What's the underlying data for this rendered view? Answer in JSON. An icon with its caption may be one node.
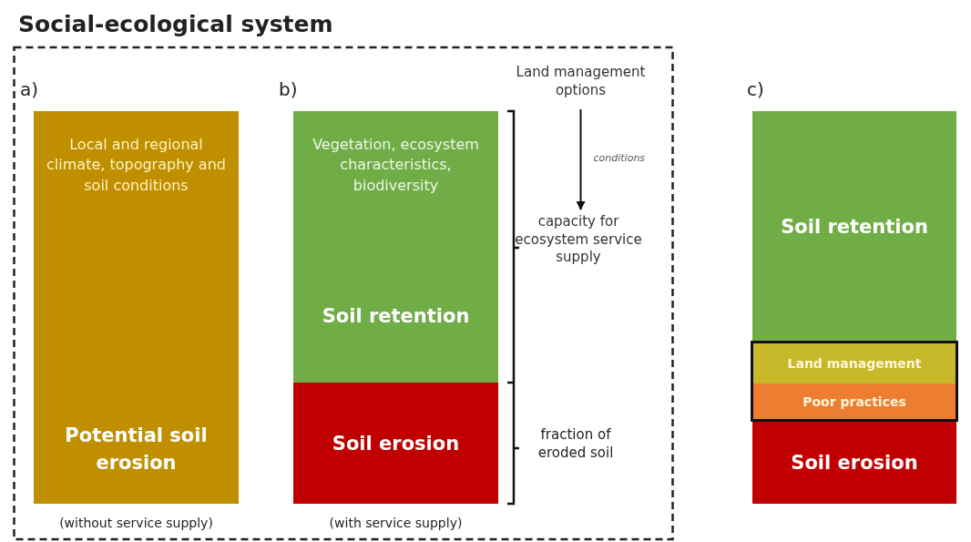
{
  "diagram": {
    "nodes": [
      {
        "text": [
          "Social-ecological system"
        ]
      },
      {
        "text": [
          "Local and regional climate, topography and soil conditions",
          "Potential soil erosion"
        ],
        "beside": [
          "(without service supply)"
        ],
        "in": 0
      },
      {
        "text": [
          "Vegetation, ecosystem characteristics, biodiversity",
          "Soil retention"
        ],
        "in": 0
      },
      {
        "text": [
          "Soil erosion"
        ],
        "beside": [
          "(with service supply)"
        ],
        "in": 0
      },
      {
        "text": [
          "Land management options"
        ],
        "in": 0
      },
      {
        "text": [
          "capacity for ecosystem service supply"
        ],
        "in": 0
      },
      {
        "text": [
          "Soil retention"
        ]
      },
      {
        "text": [],
        "shape": "box"
      },
      {
        "text": [
          "Land management"
        ],
        "in": 7
      },
      {
        "text": [
          "Poor practices"
        ],
        "in": 7
      },
      {
        "text": [
          "Soil erosion"
        ]
      }
    ],
    "edges": [
      {
        "from": 4,
        "to": 5,
        "label": "conditions",
        "arrow": "to"
      }
    ],
    "labels": [
      "a)",
      "b)",
      "fraction of eroded soil",
      "c)"
    ]
  }
}
